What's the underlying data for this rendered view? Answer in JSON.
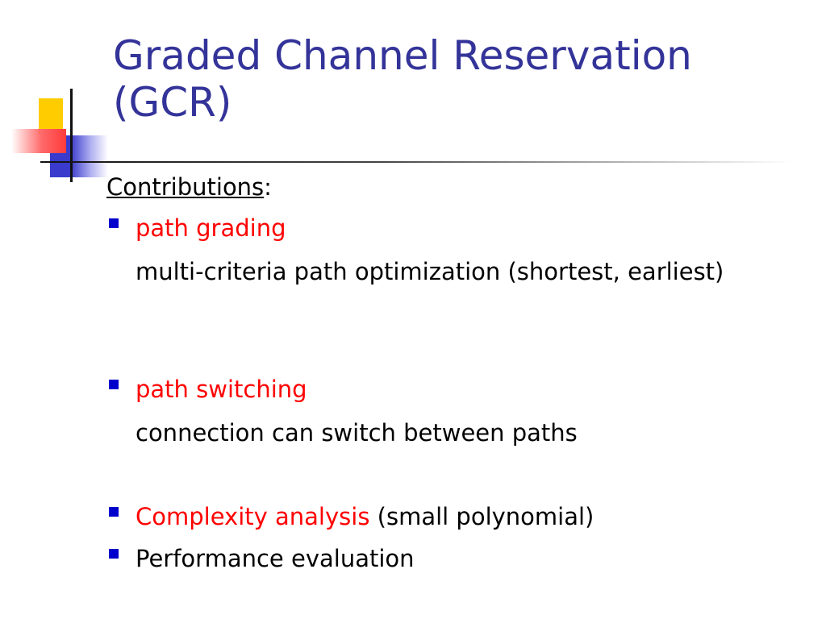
{
  "slide": {
    "title": "Graded Channel Reservation (GCR)",
    "contributions_label": "Contributions",
    "contributions_colon": ":",
    "items": [
      {
        "text": "path grading",
        "description": "multi-criteria path optimization (shortest, earliest)"
      },
      {
        "text": "path switching",
        "description": "connection can switch between paths"
      },
      {
        "text": "Complexity analysis",
        "suffix": " (small polynomial)"
      },
      {
        "text": "Performance evaluation"
      }
    ]
  },
  "colors": {
    "title": "#333399",
    "highlight": "#ff0000",
    "bullet": "#0000cc"
  },
  "icons": {
    "bullet": "square-bullet-icon",
    "logo": "colored-squares-logo"
  }
}
